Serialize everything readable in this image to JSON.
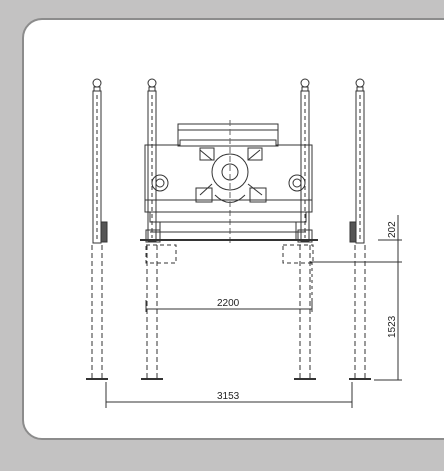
{
  "drawing": {
    "dimensions": {
      "height_upper": "202",
      "height_lower": "1523",
      "inner_width": "2200",
      "outer_width": "3153"
    }
  }
}
